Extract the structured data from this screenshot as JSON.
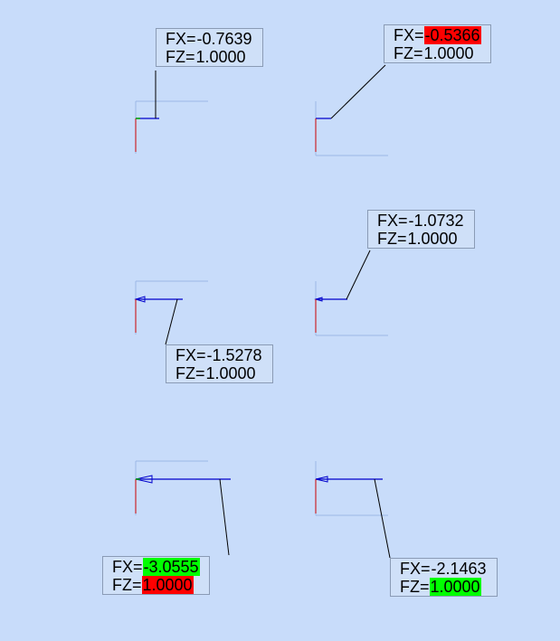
{
  "colors": {
    "background": "#c8dcfa",
    "frame": "#9bb7e6",
    "member": "#0000cc",
    "support_red": "#cc0000",
    "support_green": "#00aa00",
    "highlight_red": "#ff0000",
    "highlight_green": "#00ff00"
  },
  "panels": [
    {
      "fx_prefix": "FX=",
      "fx_value": "-0.7639",
      "fz_prefix": "FZ=",
      "fz_value": "1.0000",
      "fx_highlight": "",
      "fz_highlight": ""
    },
    {
      "fx_prefix": "FX=",
      "fx_value": "-0.5366",
      "fz_prefix": "FZ=",
      "fz_value": "1.0000",
      "fx_highlight": "red",
      "fz_highlight": ""
    },
    {
      "fx_prefix": "FX=",
      "fx_value": "-1.5278",
      "fz_prefix": "FZ=",
      "fz_value": "1.0000",
      "fx_highlight": "",
      "fz_highlight": ""
    },
    {
      "fx_prefix": "FX=",
      "fx_value": "-1.0732",
      "fz_prefix": "FZ=",
      "fz_value": "1.0000",
      "fx_highlight": "",
      "fz_highlight": ""
    },
    {
      "fx_prefix": "FX=",
      "fx_value": "-3.0555",
      "fz_prefix": "FZ=",
      "fz_value": "1.0000",
      "fx_highlight": "green",
      "fz_highlight": "red"
    },
    {
      "fx_prefix": "FX=",
      "fx_value": "-2.1463",
      "fz_prefix": "FZ=",
      "fz_value": "1.0000",
      "fx_highlight": "",
      "fz_highlight": "green"
    }
  ]
}
